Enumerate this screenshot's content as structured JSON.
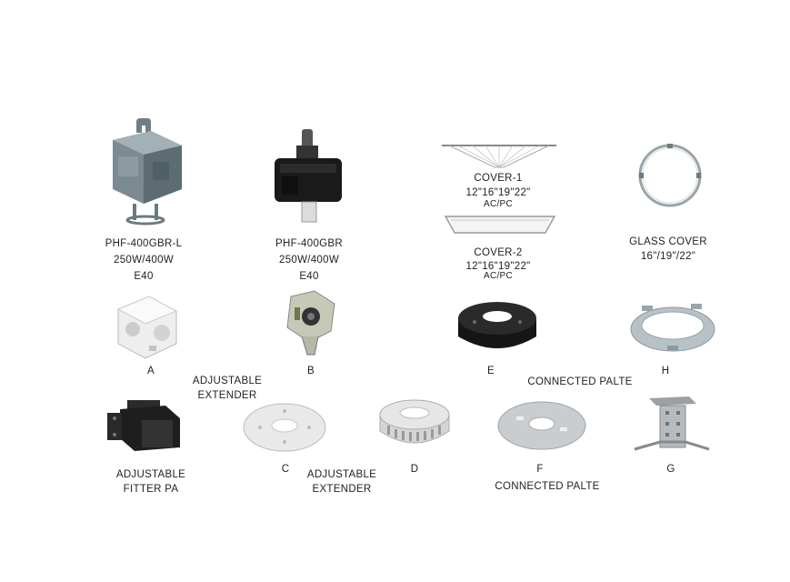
{
  "products": {
    "phf_l": {
      "model": "PHF-400GBR-L",
      "power": "250W/400W",
      "socket": "E40"
    },
    "phf": {
      "model": "PHF-400GBR",
      "power": "250W/400W",
      "socket": "E40"
    },
    "cover1": {
      "name": "COVER-1",
      "sizes": "12\"16\"19\"22\"",
      "material": "AC/PC"
    },
    "cover2": {
      "name": "COVER-2",
      "sizes": "12\"16\"19\"22\"",
      "material": "AC/PC"
    },
    "glass": {
      "name": "GLASS COVER",
      "sizes": "16\"/19\"/22\""
    }
  },
  "parts": {
    "a": "A",
    "b": "B",
    "e": "E",
    "h": "H",
    "c": "C",
    "d": "D",
    "f": "F",
    "g": "G"
  },
  "captions": {
    "adjustable_extender_top_1": "ADJUSTABLE",
    "adjustable_extender_top_2": "EXTENDER",
    "connected_palte_top": "CONNECTED PALTE",
    "fitter_pa_1": "ADJUSTABLE",
    "fitter_pa_2": "FITTER PA",
    "adjustable_extender_bottom_1": "ADJUSTABLE",
    "adjustable_extender_bottom_2": "EXTENDER",
    "connected_palte_bottom": "CONNECTED PALTE"
  }
}
